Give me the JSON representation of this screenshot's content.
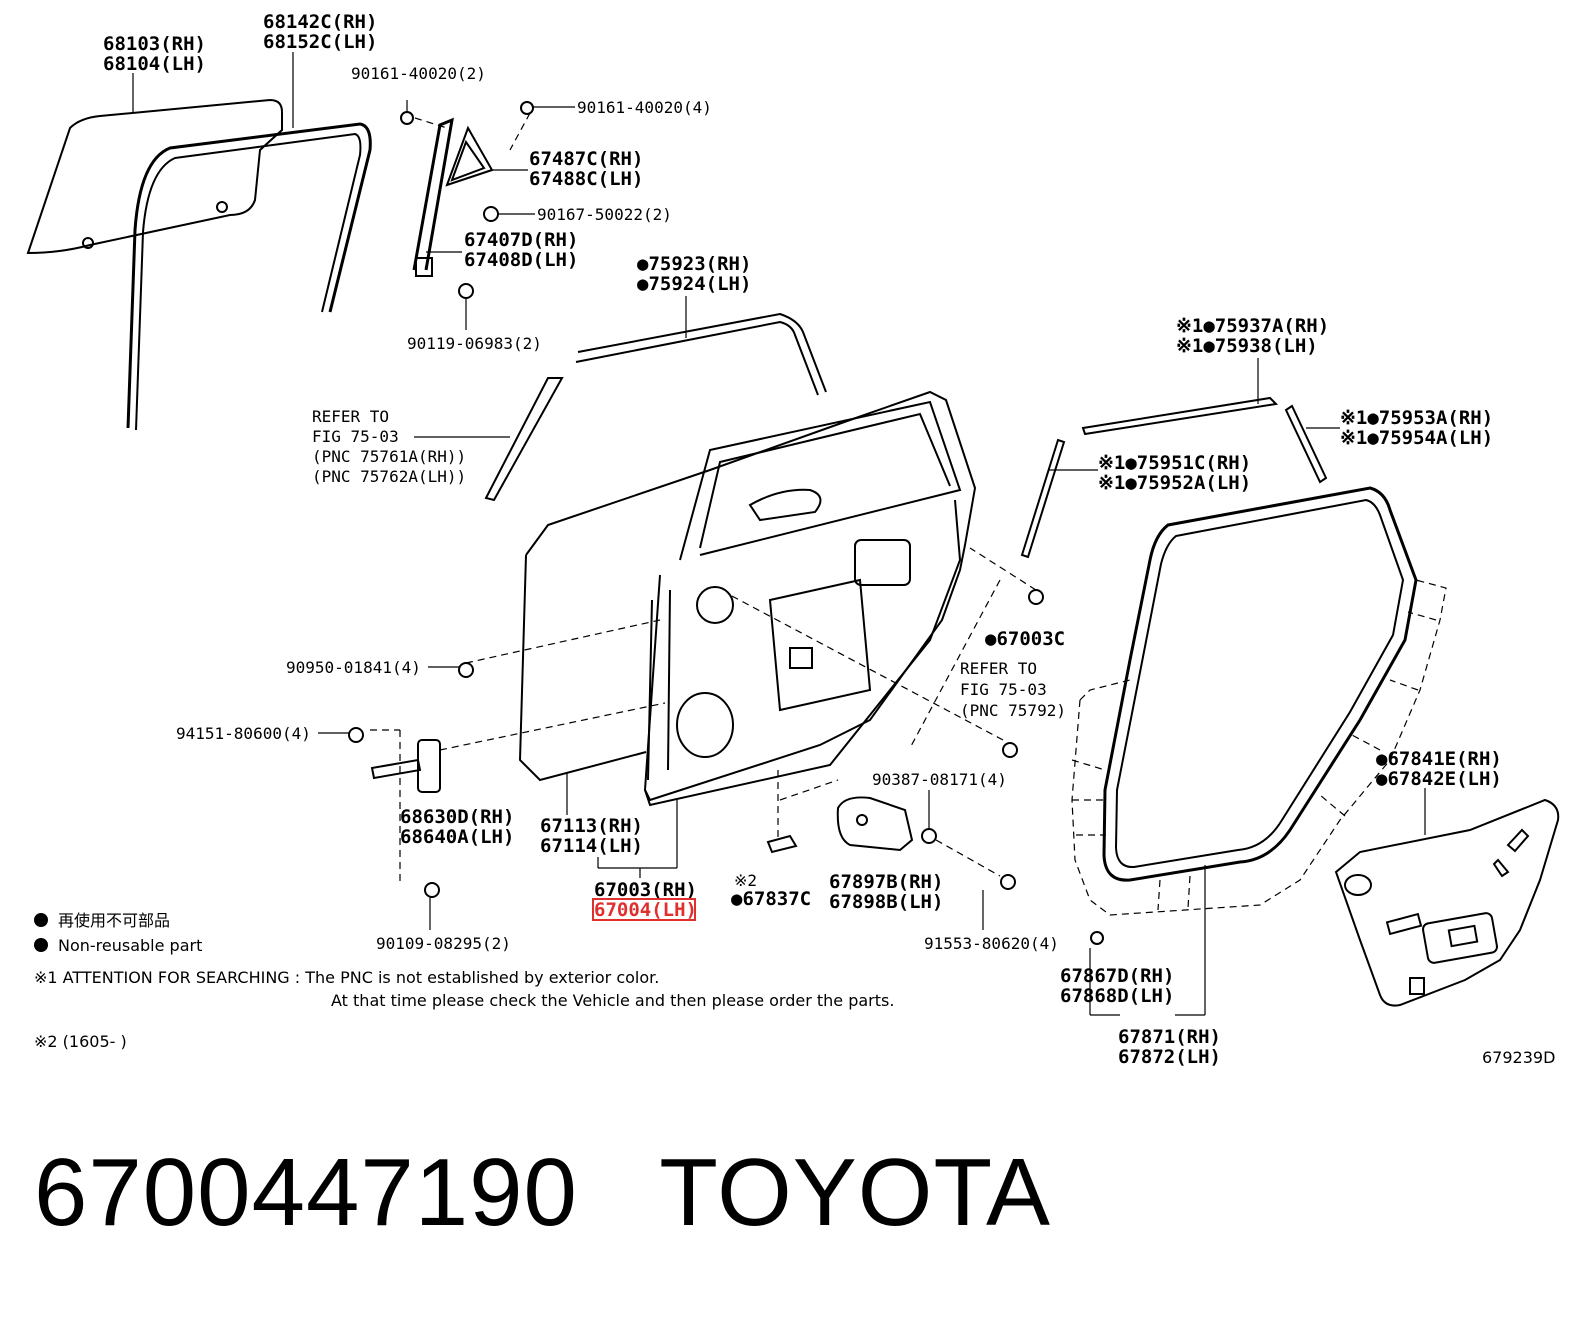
{
  "labels": {
    "glass": [
      "68103(RH)",
      "68104(LH)"
    ],
    "run_channel": [
      "68142C(RH)",
      "68152C(LH)"
    ],
    "screw_top": "90161-40020(2)",
    "screw_right": "90161-40020(4)",
    "quarter_glass": [
      "67487C(RH)",
      "67488C(LH)"
    ],
    "screw_quarter": "90167-50022(2)",
    "sash": [
      "67407D(RH)",
      "67408D(LH)"
    ],
    "bolt_sash": "90119-06983(2)",
    "belt_moulding": [
      "●75923(RH)",
      "●75924(LH)"
    ],
    "refer_1": [
      "REFER TO",
      "FIG 75-03",
      "(PNC 75761A(RH))",
      "(PNC 75762A(LH))"
    ],
    "upper_moulding": [
      "※1●75937A(RH)",
      "※1●75938(LH)"
    ],
    "rear_moulding": [
      "※1●75953A(RH)",
      "※1●75954A(LH)"
    ],
    "front_moulding": [
      "※1●75951C(RH)",
      "※1●75952A(LH)"
    ],
    "plug": "●67003C",
    "refer_2": [
      "REFER TO",
      "FIG 75-03",
      "(PNC 75792)"
    ],
    "clip": "90950-01841(4)",
    "nut": "94151-80600(4)",
    "check": [
      "68630D(RH)",
      "68640A(LH)"
    ],
    "panel": [
      "67113(RH)",
      "67114(LH)"
    ],
    "door_rh": "67003(RH)",
    "door_lh": "67004(LH)",
    "bolt_check": "90109-08295(2)",
    "mark2_label": "※2",
    "bracket": "●67837C",
    "screw_hinge": "90387-08171(4)",
    "hinge": [
      "67897B(RH)",
      "67898B(LH)"
    ],
    "bolt_hinge": "91553-80620(4)",
    "service_hole_cover": [
      "●67841E(RH)",
      "●67842E(LH)"
    ],
    "weatherstrip_clip": [
      "67867D(RH)",
      "67868D(LH)"
    ],
    "weatherstrip": [
      "67871(RH)",
      "67872(LH)"
    ]
  },
  "legend": {
    "item_jp": "再使用不可部品",
    "item_en": "Non-reusable part",
    "attention": "※1 ATTENTION FOR SEARCHING : The PNC is not established by exterior color.",
    "attention_2": "At that time please check the Vehicle and then please order the parts.",
    "note2": "※2 (1605-      )"
  },
  "figure_id": "679239D",
  "footer": {
    "part_number": "6700447190",
    "brand": "TOYOTA"
  },
  "colors": {
    "highlight": "#e0302e",
    "ink": "#000000"
  }
}
